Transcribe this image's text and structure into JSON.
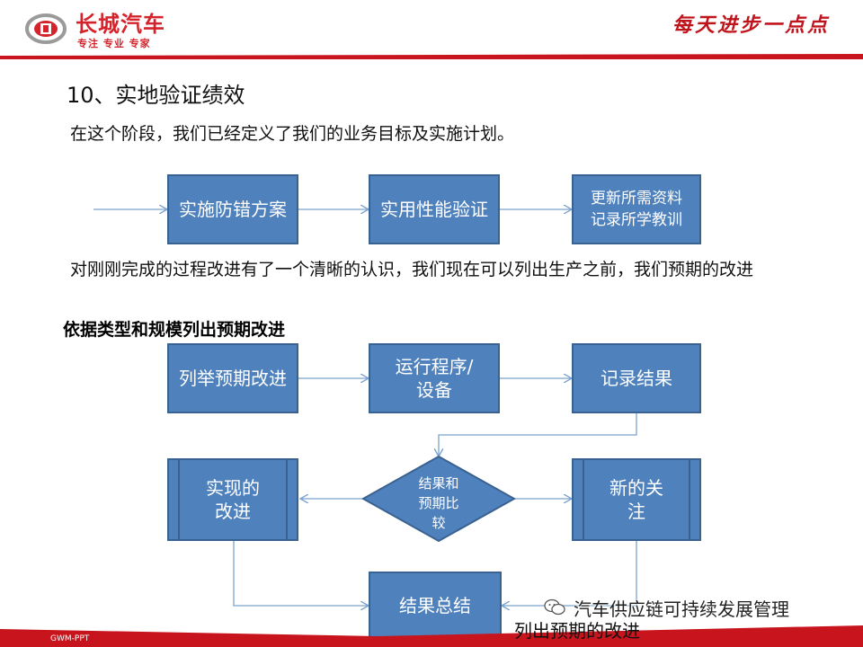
{
  "header": {
    "brand_name": "长城汽车",
    "brand_slogan": "专注 专业 专家",
    "motto": "每天进步一点点"
  },
  "slide": {
    "section_title": "10、实地验证绩效",
    "intro": "在这个阶段，我们已经定义了我们的业务目标及实施计划。",
    "middle_text": "对刚刚完成的过程改进有了一个清晰的认识，我们现在可以列出生产之前，我们预期的改进",
    "subheading": "依据类型和规模列出预期改进",
    "flow1": {
      "step1": "实施防错方案",
      "step2": "实用性能验证",
      "step3_line1": "更新所需资料",
      "step3_line2": "记录所学教训"
    },
    "flow2": {
      "list": "列举预期改进",
      "run_line1": "运行程序/",
      "run_line2": "设备",
      "record": "记录结果",
      "compare_line1": "结果和",
      "compare_line2": "预期比",
      "compare_line3": "较",
      "realized_line1": "实现的",
      "realized_line2": "改进",
      "concern_line1": "新的关",
      "concern_line2": "注",
      "summary": "结果总结"
    },
    "bottom_caption": "列出预期的改进"
  },
  "footer": {
    "tag": "GWM-PPT",
    "watermark": "汽车供应链可持续发展管理"
  },
  "colors": {
    "brand_red": "#d4232b",
    "box_fill": "#4f81bd",
    "box_border": "#3a6291",
    "connector": "#7aa3d0"
  }
}
